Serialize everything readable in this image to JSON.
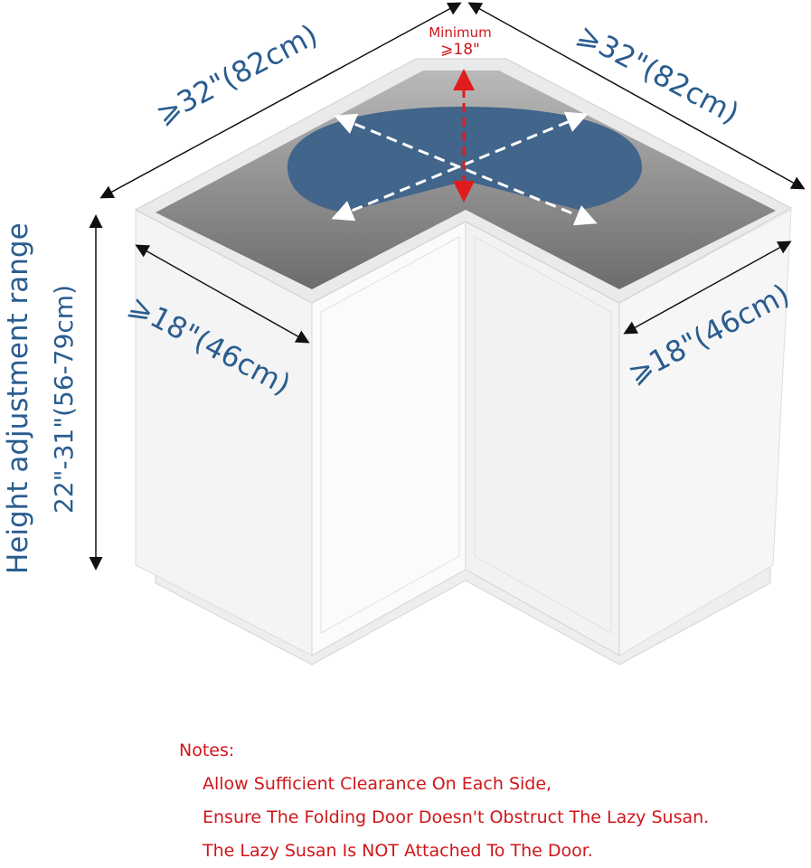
{
  "dimensions": {
    "top_left_width": "⩾32\"(82cm)",
    "top_right_width": "⩾32\"(82cm)",
    "left_depth": "⩾18\"(46cm)",
    "right_depth": "⩾18\"(46cm)",
    "height_title": "Height adjustment range",
    "height_range": "22\"-31\"(56-79cm)",
    "minimum_label": "Minimum",
    "minimum_value": "⩾18\""
  },
  "notes": {
    "title": "Notes:",
    "items": [
      "Allow Sufficient Clearance On Each Side,",
      "Ensure The Folding Door Doesn't Obstruct The Lazy Susan.",
      "The Lazy Susan Is NOT Attached To The Door."
    ]
  },
  "colors": {
    "label_blue": "#2a5d8f",
    "note_red": "#d0161a",
    "susan_blue": "#41658b"
  }
}
